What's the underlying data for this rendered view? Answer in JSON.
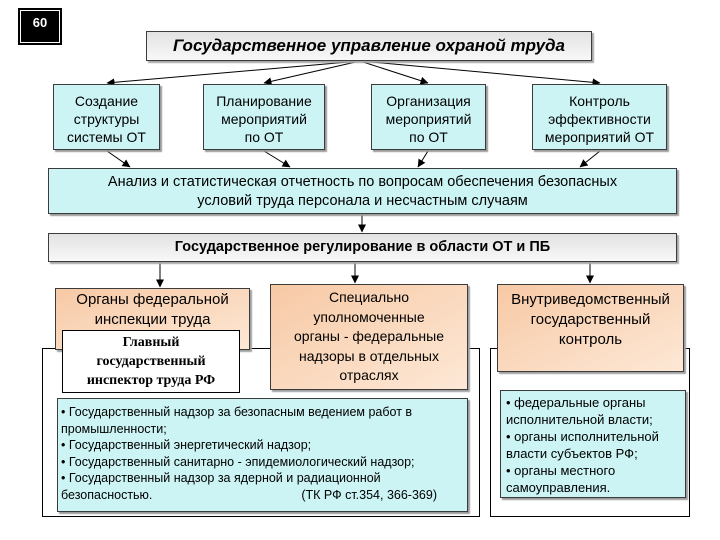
{
  "slide_number": "60",
  "title": "Государственное управление охраной труда",
  "functions": [
    {
      "label": "Создание\nструктуры\nсистемы ОТ"
    },
    {
      "label": "Планирование\nмероприятий\nпо ОТ"
    },
    {
      "label": "Организация\nмероприятий\nпо ОТ"
    },
    {
      "label": "Контроль\nэффективности\nмероприятий ОТ"
    }
  ],
  "analysis": "Анализ и статистическая отчетность по вопросам обеспечения безопасных\nусловий труда персонала и несчастным случаям",
  "regulation": "Государственное регулирование в области ОТ и ПБ",
  "bodies": {
    "federal_inspection": {
      "label": "Органы федеральной\nинспекции труда",
      "head": "Главный\nгосударственный\nинспектор труда РФ"
    },
    "special_supervision": {
      "label": "Специально\nуполномоченные\nорганы - федеральные\nнадзоры в отдельных\nотраслях",
      "items": [
        "Государственный надзор за безопасным ведением работ в промышленности;",
        "Государственный энергетический надзор;",
        "Государственный санитарно - эпидемиологический надзор;",
        "Государственный надзор за ядерной и радиационной безопасностью."
      ],
      "reference": "(ТК РФ ст.354, 366-369)"
    },
    "internal_control": {
      "label": "Внутриведомственный\nгосударственный\nконтроль",
      "items": [
        "федеральные органы исполнительной власти;",
        "органы исполнительной власти субъектов РФ;",
        "органы местного самоуправления."
      ]
    }
  },
  "colors": {
    "function_fill": "#ccf4f4",
    "header_fill_top": "#e2e2e2",
    "header_fill_bottom": "#f8f8f8",
    "body_fill_top": "#f7c9a5",
    "body_fill_bottom": "#fde8d6",
    "border": "#3c3c3c",
    "badge": "#000000"
  }
}
